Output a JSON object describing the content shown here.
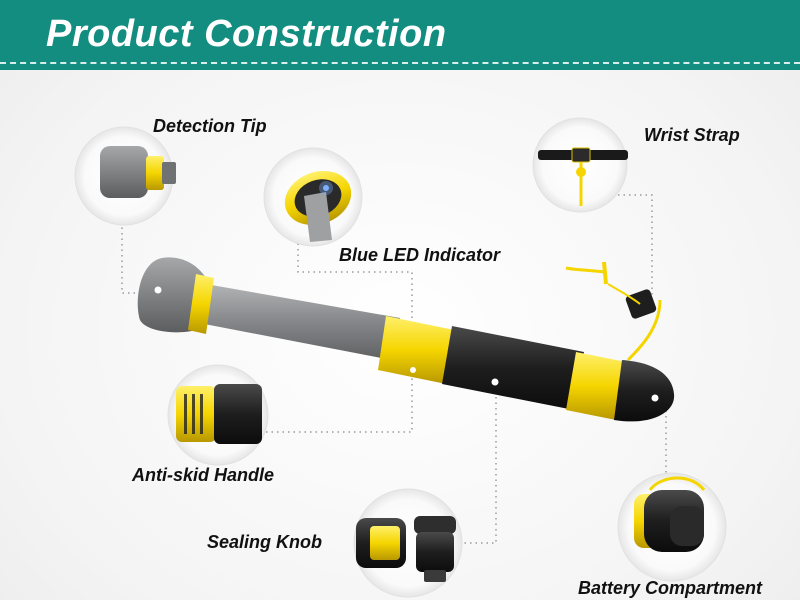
{
  "header": {
    "title": "Product Construction"
  },
  "labels": {
    "detection_tip": "Detection Tip",
    "blue_led": "Blue LED Indicator",
    "wrist_strap": "Wrist Strap",
    "anti_skid": "Anti-skid Handle",
    "sealing_knob": "Sealing Knob",
    "battery": "Battery Compartment"
  },
  "colors": {
    "header": "#138d80",
    "accent_yellow": "#f5d500",
    "body_gray": "#8d8f91",
    "handle_black": "#1c1c1c"
  },
  "icons": [
    "detection-tip-icon",
    "blue-led-icon",
    "wrist-strap-icon",
    "anti-skid-handle-icon",
    "sealing-knob-icon",
    "battery-compartment-icon",
    "pinpointer-icon"
  ]
}
